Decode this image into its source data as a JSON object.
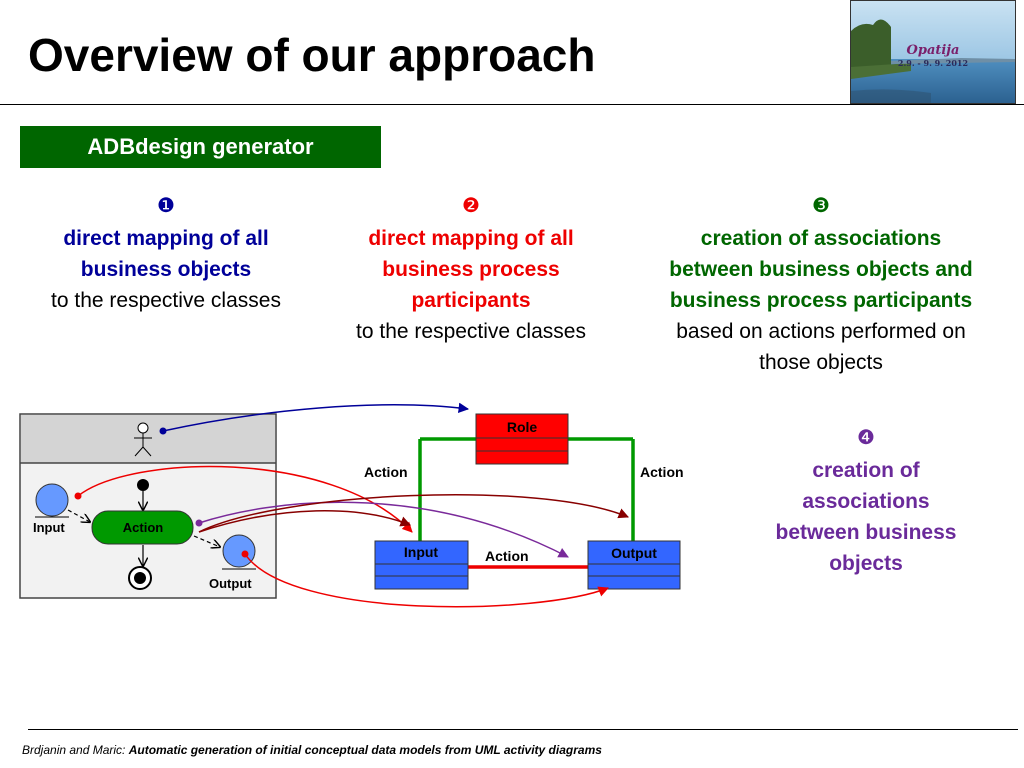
{
  "slide": {
    "title": "Overview of our approach",
    "banner": "ADBdesign generator"
  },
  "logo": {
    "city": "Opatija",
    "dates": "2.9. - 9. 9. 2012"
  },
  "columns": [
    {
      "marker": "❶",
      "highlight_lines": [
        "direct mapping of all",
        "business objects"
      ],
      "plain_lines": [
        "to the respective classes"
      ],
      "color": "#000099"
    },
    {
      "marker": "❷",
      "highlight_lines": [
        "direct mapping of all",
        "business process",
        "participants"
      ],
      "plain_lines": [
        "to the respective classes"
      ],
      "color": "#ee0000"
    },
    {
      "marker": "❸",
      "highlight_lines": [
        "creation of associations",
        "between business objects and",
        "business process participants"
      ],
      "plain_lines": [
        "based on actions performed on",
        "those objects"
      ],
      "color": "#006600"
    },
    {
      "marker": "❹",
      "highlight_lines": [
        "creation of",
        "associations",
        "between business",
        "objects"
      ],
      "plain_lines": [],
      "color": "#6a2a9a"
    }
  ],
  "activity": {
    "input_label": "Input",
    "action_label": "Action",
    "output_label": "Output"
  },
  "classes": {
    "role": "Role",
    "input": "Input",
    "output": "Output",
    "assoc_left": "Action",
    "assoc_right": "Action",
    "assoc_bottom": "Action"
  },
  "colors": {
    "banner": "#006600",
    "class_role": "#ff0000",
    "class_io": "#3366ff",
    "action_node": "#009900",
    "assoc_green": "#009900",
    "assoc_red": "#ee0000",
    "arrow_blue": "#000099",
    "arrow_red": "#ee0000",
    "arrow_darkred": "#880000",
    "arrow_purple": "#7a2a9a"
  },
  "footer": {
    "authors": "Brdjanin and Maric: ",
    "title": "Automatic generation of initial conceptual data models  from UML activity diagrams"
  }
}
